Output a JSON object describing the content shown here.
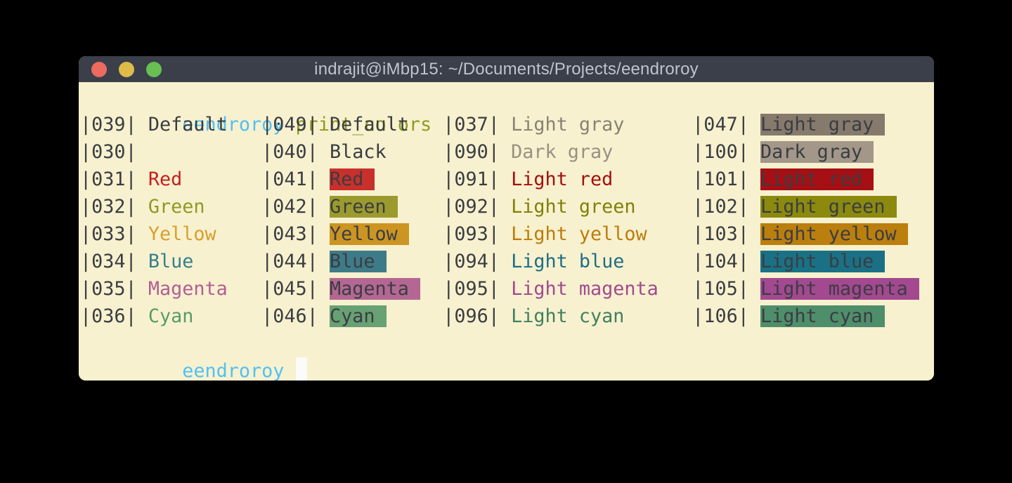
{
  "window": {
    "title": "indrajit@iMbp15: ~/Documents/Projects/eendroroy",
    "titlebar_bg": "#3b3f4a",
    "title_color": "#bfc3cc",
    "buttons": [
      {
        "name": "close-button",
        "color": "#ec6a5e"
      },
      {
        "name": "minimize-button",
        "color": "#ddbc48"
      },
      {
        "name": "zoom-button",
        "color": "#68bf53"
      }
    ]
  },
  "terminal": {
    "bg": "#f8f1cf",
    "default_fg": "#3a3d42",
    "cursor_color": "#fbfbf9",
    "prompt": {
      "user": "eendroroy",
      "user_color": "#51c1f3",
      "command": "print_colors",
      "command_color": "#8e9a23"
    },
    "rows": [
      {
        "cells": [
          {
            "code": "|039|",
            "label": "Default",
            "fg": null,
            "bg": null
          },
          {
            "code": "|049|",
            "label": "Default",
            "fg": null,
            "bg": null
          },
          {
            "code": "|037|",
            "label": "Light gray",
            "fg": "#898274",
            "bg": null
          },
          {
            "code": "|047|",
            "label": "Light gray",
            "fg": null,
            "bg": "#867a6d"
          }
        ]
      },
      {
        "cells": [
          {
            "code": "|030|",
            "label": "",
            "fg": null,
            "bg": null
          },
          {
            "code": "|040|",
            "label": "Black",
            "fg": null,
            "bg": null
          },
          {
            "code": "|090|",
            "label": "Dark gray",
            "fg": "#9a9084",
            "bg": null
          },
          {
            "code": "|100|",
            "label": "Dark gray",
            "fg": null,
            "bg": "#a39789"
          }
        ]
      },
      {
        "cells": [
          {
            "code": "|031|",
            "label": "Red",
            "fg": "#c5201e",
            "bg": null
          },
          {
            "code": "|041|",
            "label": "Red",
            "fg": null,
            "bg": "#c9302c"
          },
          {
            "code": "|091|",
            "label": "Light red",
            "fg": "#a50f0f",
            "bg": null
          },
          {
            "code": "|101|",
            "label": "Light red",
            "fg": null,
            "bg": "#a60f13"
          }
        ]
      },
      {
        "cells": [
          {
            "code": "|032|",
            "label": "Green",
            "fg": "#8e9a23",
            "bg": null
          },
          {
            "code": "|042|",
            "label": "Green",
            "fg": null,
            "bg": "#9b9a2e"
          },
          {
            "code": "|092|",
            "label": "Light green",
            "fg": "#7f8107",
            "bg": null
          },
          {
            "code": "|102|",
            "label": "Light green",
            "fg": null,
            "bg": "#8b8a0e"
          }
        ]
      },
      {
        "cells": [
          {
            "code": "|033|",
            "label": "Yellow",
            "fg": "#d89e2e",
            "bg": null
          },
          {
            "code": "|043|",
            "label": "Yellow",
            "fg": null,
            "bg": "#cc9522"
          },
          {
            "code": "|093|",
            "label": "Light yellow",
            "fg": "#bc7c0c",
            "bg": null
          },
          {
            "code": "|103|",
            "label": "Light yellow",
            "fg": null,
            "bg": "#bb7f0d"
          }
        ]
      },
      {
        "cells": [
          {
            "code": "|034|",
            "label": "Blue",
            "fg": "#35808f",
            "bg": null
          },
          {
            "code": "|044|",
            "label": "Blue",
            "fg": null,
            "bg": "#3e7b88"
          },
          {
            "code": "|094|",
            "label": "Light blue",
            "fg": "#1d6f85",
            "bg": null
          },
          {
            "code": "|104|",
            "label": "Light blue",
            "fg": null,
            "bg": "#1a7186"
          }
        ]
      },
      {
        "cells": [
          {
            "code": "|035|",
            "label": "Magenta",
            "fg": "#b25e94",
            "bg": null
          },
          {
            "code": "|045|",
            "label": "Magenta",
            "fg": null,
            "bg": "#b46793"
          },
          {
            "code": "|095|",
            "label": "Light magenta",
            "fg": "#a04a90",
            "bg": null
          },
          {
            "code": "|105|",
            "label": "Light magenta",
            "fg": null,
            "bg": "#a34990"
          }
        ]
      },
      {
        "cells": [
          {
            "code": "|036|",
            "label": "Cyan",
            "fg": "#569d68",
            "bg": null
          },
          {
            "code": "|046|",
            "label": "Cyan",
            "fg": null,
            "bg": "#68a173"
          },
          {
            "code": "|096|",
            "label": "Light cyan",
            "fg": "#42805f",
            "bg": null
          },
          {
            "code": "|106|",
            "label": "Light cyan",
            "fg": null,
            "bg": "#4f8e6b"
          }
        ]
      }
    ]
  }
}
